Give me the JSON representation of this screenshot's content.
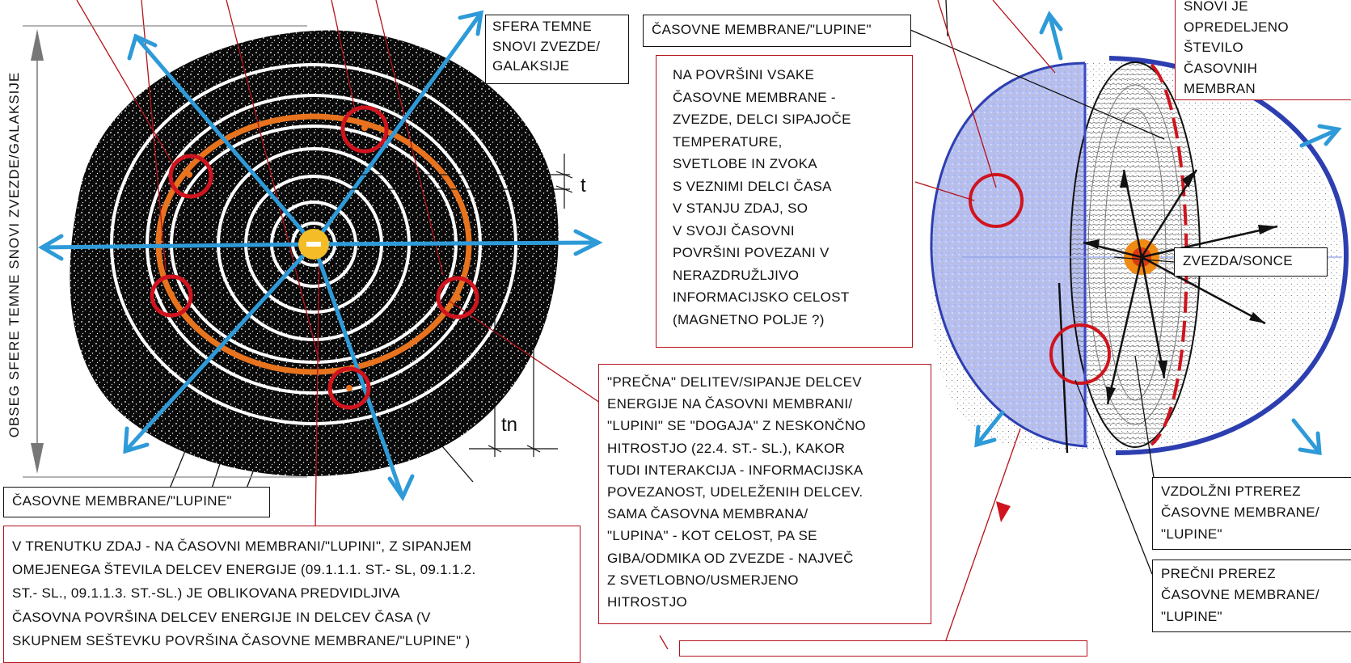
{
  "labels": {
    "sphere_dark_snovi": [
      "SFERA TEMNE",
      "SNOVI ZVEZDE/",
      "GALAKSIJE"
    ],
    "casovne_membrane_top": "ČASOVNE MEMBRANE/\"LUPINE\"",
    "casovne_membrane_bottom": "ČASOVNE MEMBRANE/\"LUPINE\"",
    "vertical_axis": "OBSEG SFERE TEMNE SNOVI ZVEZDE/GALAKSIJE",
    "dim_t": "t",
    "dim_tn": "tn",
    "zvezda_sonce": "ZVEZDA/SONCE",
    "vzdolzni_prerez": [
      "VZDOLŽNI PTREREZ",
      "ČASOVNE MEMBRANE/",
      "\"LUPINE\""
    ],
    "precni_prerez": [
      "PREČNI PREREZ",
      "ČASOVNE MEMBRANE/",
      "\"LUPINE\""
    ],
    "top_right_partial": [
      "SNOVI JE",
      "OPREDELJENO",
      "ŠTEVILO",
      "ČASOVNIH",
      "MEMBRAN"
    ]
  },
  "notes": {
    "surface": [
      "NA POVRŠINI VSAKE",
      "ČASOVNE MEMBRANE -",
      "ZVEZDE, DELCI SIPAJOČE",
      "TEMPERATURE,",
      "SVETLOBE IN ZVOKA",
      "S VEZNIMI DELCI ČASA",
      "V STANJU ZDAJ, SO",
      "V SVOJI ČASOVNI",
      "POVRŠINI POVEZANI V",
      "NERAZDRUŽLJIVO",
      "INFORMACIJSKO CELOST",
      "(MAGNETNO POLJE ?)"
    ],
    "precna": [
      "\"PREČNA\" DELITEV/SIPANJE DELCEV",
      "ENERGIJE NA ČASOVNI MEMBRANI/",
      "\"LUPINI\" SE \"DOGAJA\" Z NESKONČNO",
      "HITROSTJO (22.4. ST.- SL.), KAKOR",
      "TUDI INTERAKCIJA - INFORMACIJSKA",
      "POVEZANOST, UDELEŽENIH DELCEV.",
      "SAMA ČASOVNA MEMBRANA/",
      "\"LUPINA\" - KOT CELOST, PA SE",
      "GIBA/ODMIKA OD ZVEZDE - NAJVEČ",
      "Z SVETLOBNO/USMERJENO",
      "HITROSTJO"
    ],
    "trenutku": [
      "V TRENUTKU ZDAJ - NA ČASOVNI MEMBRANI/\"LUPINI\", Z SIPANJEM",
      "OMEJENEGA ŠTEVILA DELCEV ENERGIJE (09.1.1.1. ST.- SL, 09.1.1.2.",
      "ST.- SL., 09.1.1.3. ST.-SL.) JE OBLIKOVANA PREDVIDLJIVA",
      "ČASOVNA POVRŠINA DELCEV ENERGIJE IN DELCEV ČASA (V",
      "SKUPNEM SEŠTEVKU POVRŠINA ČASOVNE MEMBRANE/\"LUPINE\" )"
    ]
  },
  "colors": {
    "arrow_blue": "#2e9ad8",
    "orbit_orange": "#e8731e",
    "circle_red": "#d0141e",
    "box_red": "#b5121b",
    "sphere_fill": "#b6bff0",
    "shell_blue": "#2d3fb0",
    "star_core": "#f08a14",
    "sun_yellow": "#f4bd28"
  }
}
